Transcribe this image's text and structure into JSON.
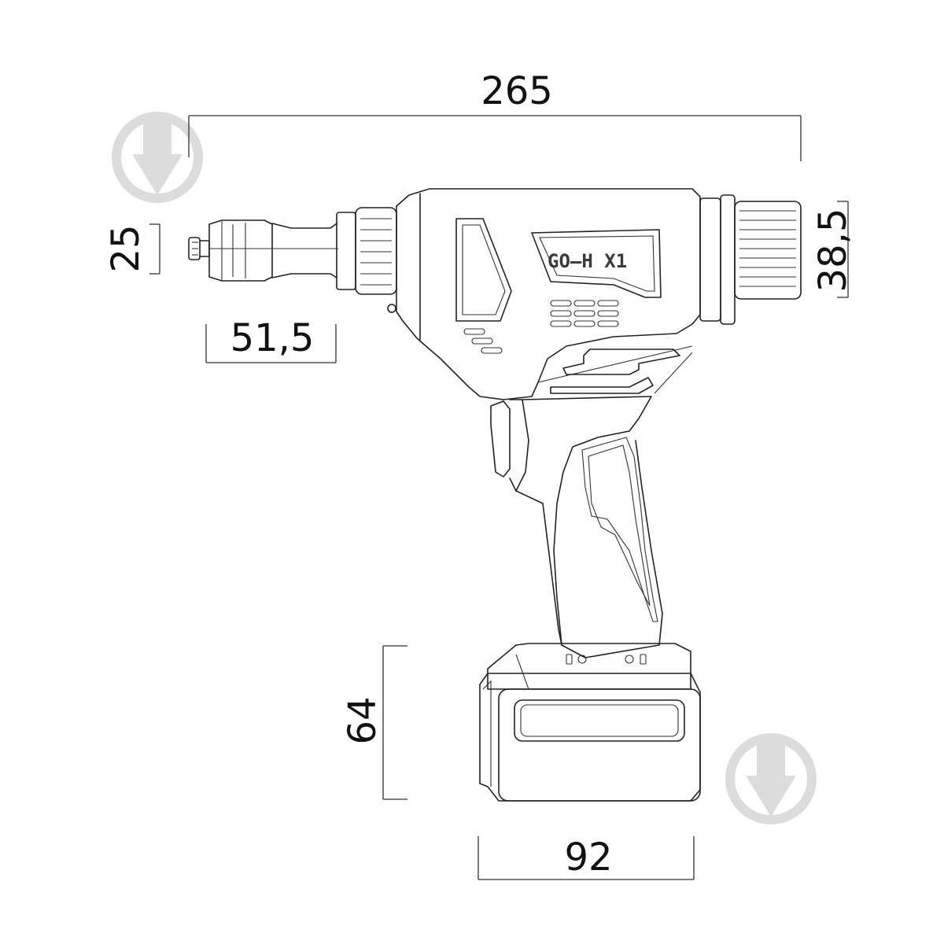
{
  "dimensions": {
    "total_length": "265",
    "nozzle_diameter": "25",
    "nozzle_length": "51,5",
    "rear_knob_diameter": "38,5",
    "battery_height": "64",
    "battery_width": "92"
  },
  "product": {
    "logo_text": "GO—H X1"
  },
  "watermark": {
    "icon": "shovel-drop-icon",
    "color": "#dcdcdc"
  },
  "colors": {
    "line": "#222222",
    "background": "#ffffff"
  }
}
